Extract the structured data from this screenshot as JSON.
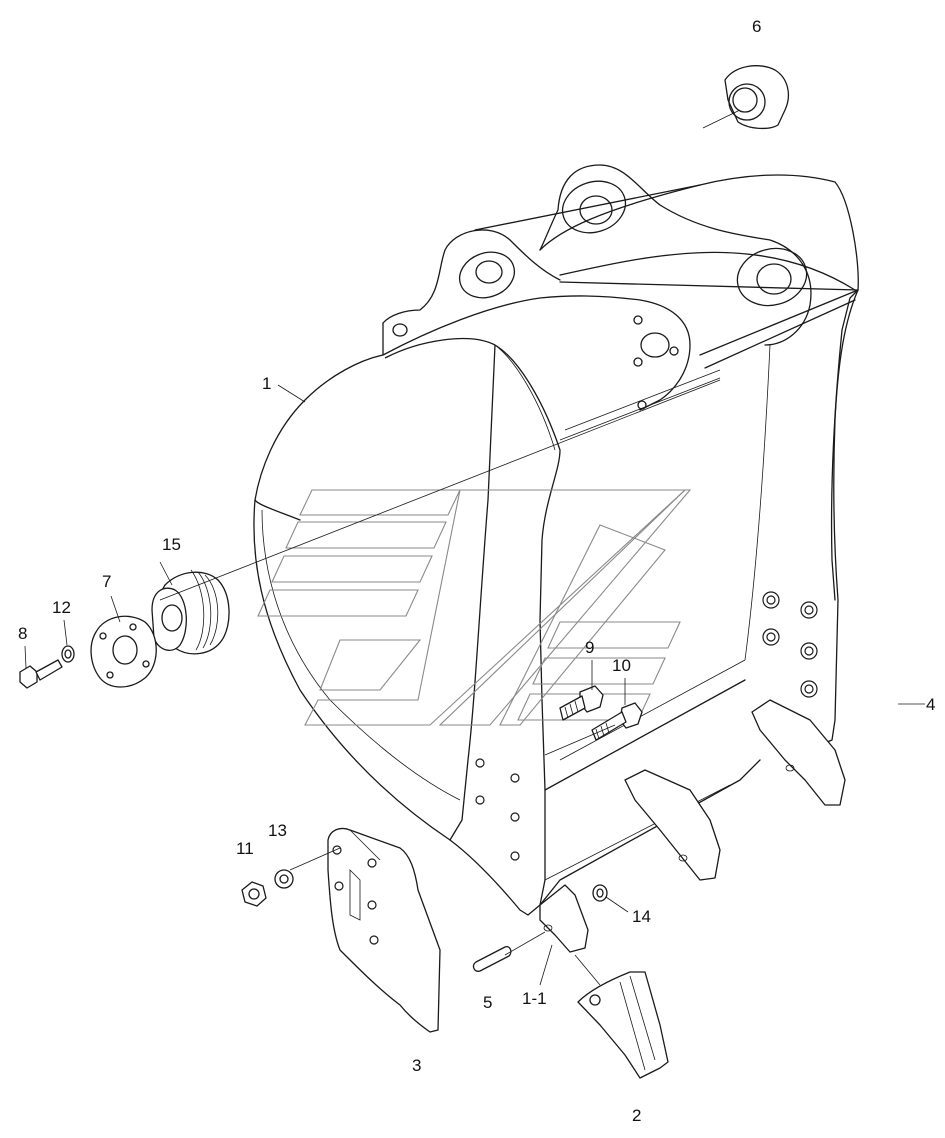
{
  "callouts": {
    "c1": "1",
    "c1_1": "1-1",
    "c2": "2",
    "c3": "3",
    "c4": "4",
    "c5": "5",
    "c6": "6",
    "c7": "7",
    "c8": "8",
    "c9": "9",
    "c10": "10",
    "c11": "11",
    "c12": "12",
    "c13": "13",
    "c14": "14",
    "c15": "15"
  },
  "icons": {
    "watermark": "stylized-striped-logo-watermark"
  },
  "colors": {
    "line": "#1a1a1a",
    "watermark": "#8a8a8a",
    "background": "#ffffff"
  }
}
